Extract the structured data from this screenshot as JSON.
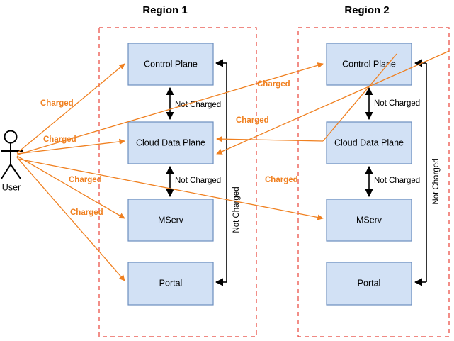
{
  "diagram": {
    "title_region_1": "Region 1",
    "title_region_2": "Region 2",
    "colors": {
      "node_fill": "#d2e1f5",
      "node_stroke": "#6c8ebf",
      "region_stroke": "#e8443a",
      "charged_edge": "#f08020",
      "not_charged_edge": "#000000"
    },
    "actor": {
      "label": "User"
    },
    "region1": {
      "name": "Region 1",
      "nodes": [
        {
          "id": "r1-control-plane",
          "label": "Control Plane"
        },
        {
          "id": "r1-cloud-data-plane",
          "label": "Cloud Data Plane"
        },
        {
          "id": "r1-mserv",
          "label": "MServ"
        },
        {
          "id": "r1-portal",
          "label": "Portal"
        }
      ],
      "internal_edge_labels": [
        {
          "id": "r1-cp-cdp",
          "label": "Not Charged"
        },
        {
          "id": "r1-cdp-mserv",
          "label": "Not Charged"
        },
        {
          "id": "r1-portal-cp",
          "label": "Not Charged"
        }
      ]
    },
    "region2": {
      "name": "Region 2",
      "nodes": [
        {
          "id": "r2-control-plane",
          "label": "Control Plane"
        },
        {
          "id": "r2-cloud-data-plane",
          "label": "Cloud Data Plane"
        },
        {
          "id": "r2-mserv",
          "label": "MServ"
        },
        {
          "id": "r2-portal",
          "label": "Portal"
        }
      ],
      "internal_edge_labels": [
        {
          "id": "r2-cp-cdp",
          "label": "Not Charged"
        },
        {
          "id": "r2-cdp-mserv",
          "label": "Not Charged"
        },
        {
          "id": "r2-portal-cp",
          "label": "Not Charged"
        }
      ]
    },
    "charged_edges": [
      {
        "id": "user-to-r1-control-plane",
        "label": "Charged"
      },
      {
        "id": "user-to-r1-cloud-data-plane",
        "label": "Charged"
      },
      {
        "id": "user-to-r1-mserv",
        "label": "Charged"
      },
      {
        "id": "user-to-r1-portal",
        "label": "Charged"
      },
      {
        "id": "user-to-r2-control-plane",
        "label": "Charged"
      },
      {
        "id": "r2-cloud-data-plane-to-r1-cloud-data-plane",
        "label": "Charged"
      },
      {
        "id": "user-to-r2-mserv",
        "label": "Charged"
      }
    ]
  }
}
